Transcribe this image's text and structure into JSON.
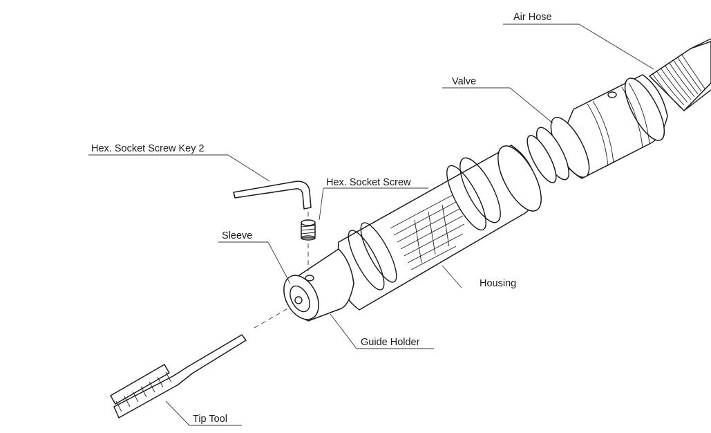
{
  "labels": {
    "air_hose": "Air Hose",
    "valve": "Valve",
    "hex_key": "Hex. Socket Screw Key 2",
    "hex_screw": "Hex. Socket Screw",
    "sleeve": "Sleeve",
    "housing": "Housing",
    "guide_holder": "Guide Holder",
    "tip_tool": "Tip Tool"
  }
}
